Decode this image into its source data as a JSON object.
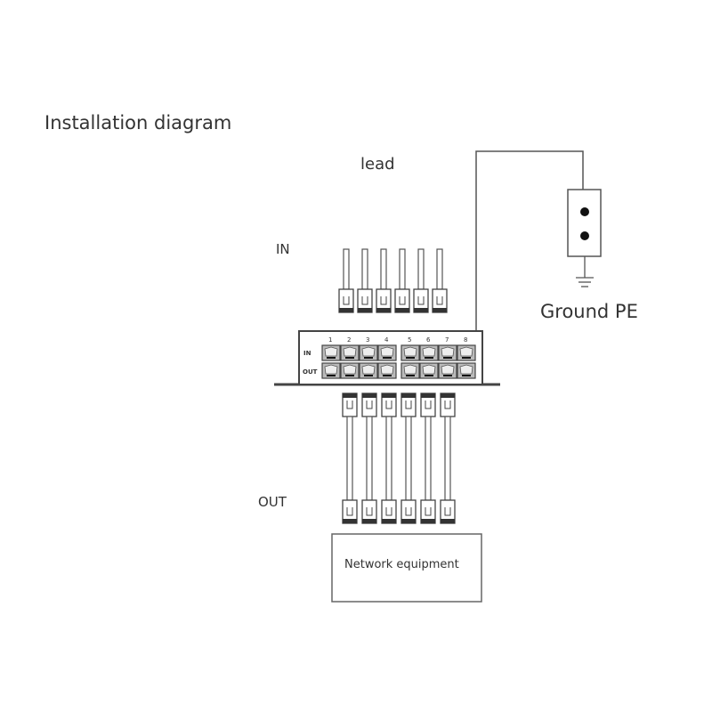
{
  "title": "Installation diagram",
  "labels": {
    "lead": "lead",
    "in": "IN",
    "out": "OUT",
    "ground": "Ground PE",
    "network_equipment": "Network equipment"
  },
  "device": {
    "row_in": "IN",
    "row_out": "OUT",
    "port_numbers": [
      "1",
      "2",
      "3",
      "4",
      "5",
      "6",
      "7",
      "8"
    ]
  },
  "cable_count": 6
}
